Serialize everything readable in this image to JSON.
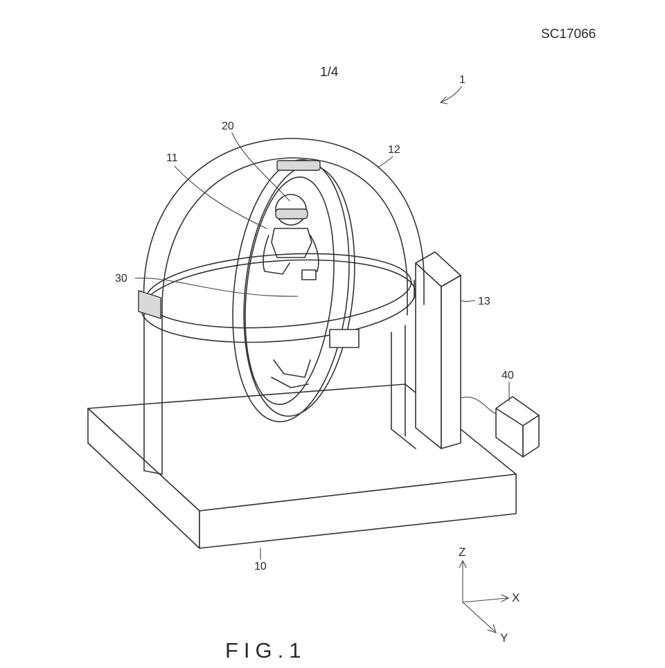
{
  "header": {
    "document_code": "SC17066",
    "page_number": "1/4"
  },
  "figure": {
    "caption": "FIG.1",
    "reference_numerals": {
      "device": "1",
      "base": "10",
      "inner_ring": "11",
      "outer_arc": "12",
      "support_column": "13",
      "user_head": "20",
      "middle_ring": "30",
      "controller_box": "40"
    },
    "axes": {
      "z": "Z",
      "x": "X",
      "y": "Y"
    }
  }
}
